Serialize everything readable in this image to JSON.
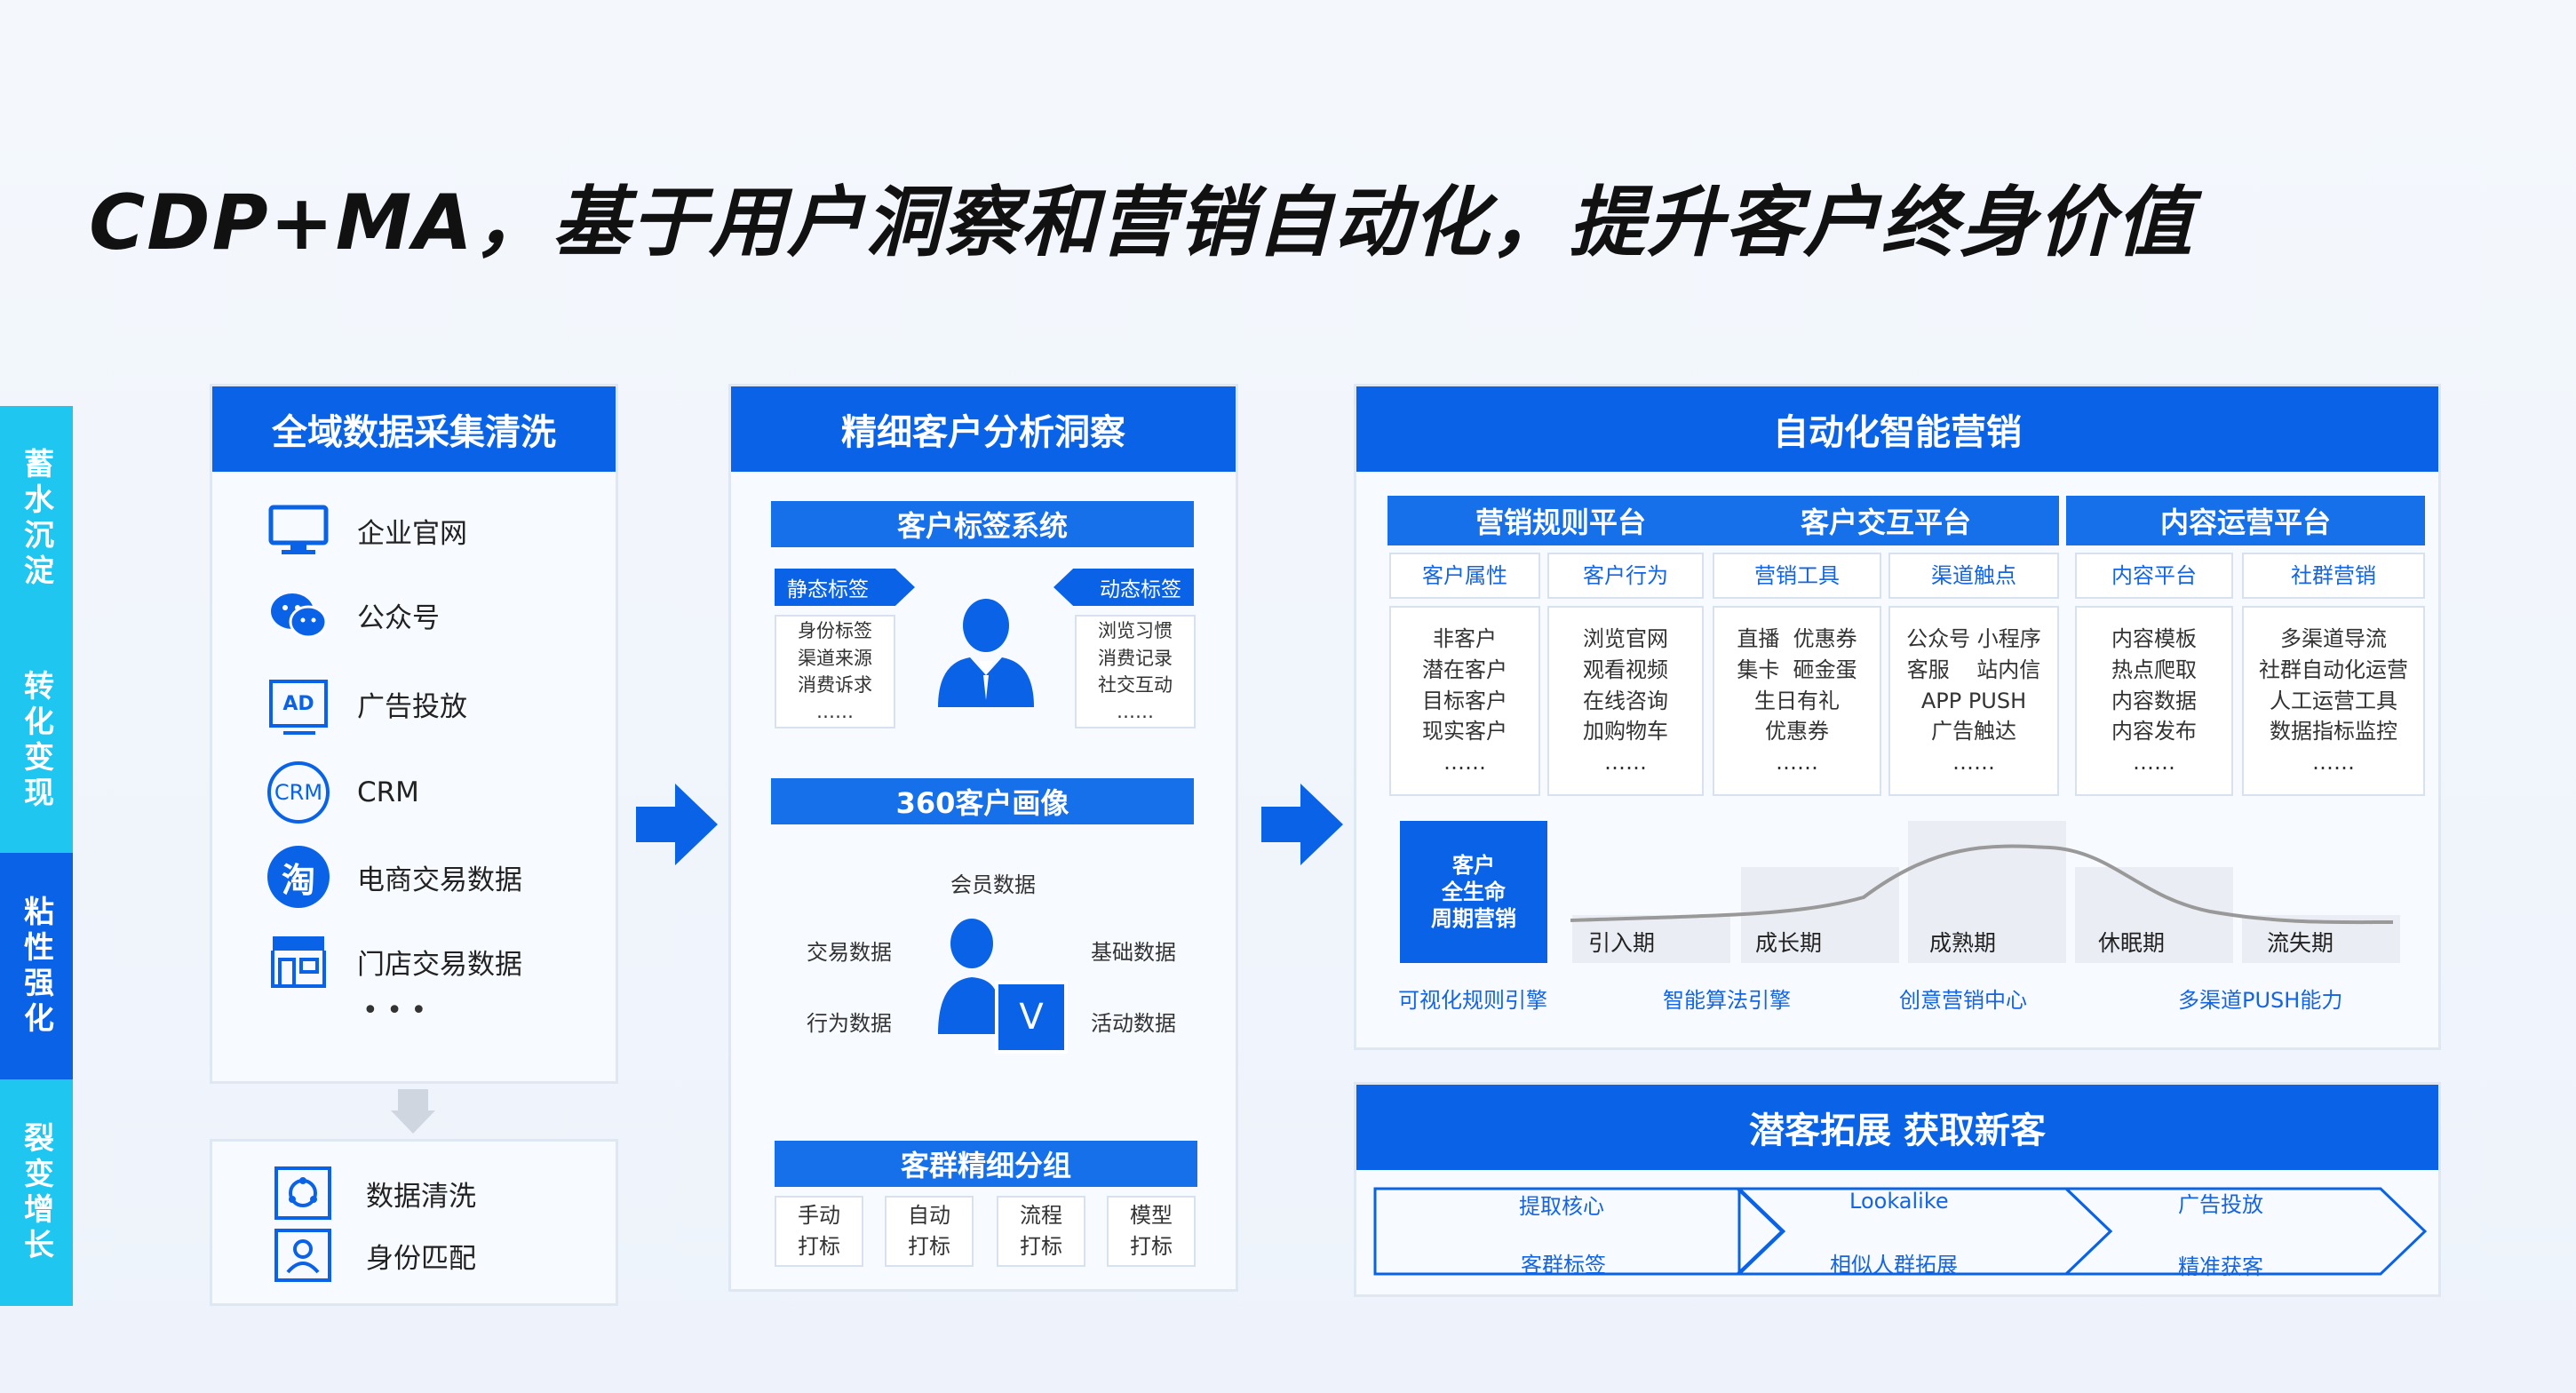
{
  "title": "CDP+MA，基于用户洞察和营销自动化，提升客户终身价值",
  "strip": [
    "蓄水沉淀",
    "转化变现",
    "粘性强化",
    "裂变增长"
  ],
  "col1": {
    "header": "全域数据采集清洗",
    "items": [
      "企业官网",
      "公众号",
      "广告投放",
      "CRM",
      "电商交易数据",
      "门店交易数据"
    ],
    "ellipsis": "• • •",
    "icon_text": {
      "ad": "AD",
      "crm": "CRM",
      "tao": "淘"
    },
    "bottom": [
      "数据清洗",
      "身份匹配"
    ]
  },
  "col2": {
    "header": "精细客户分析洞察",
    "tag_system": "客户标签系统",
    "static_tag": "静态标签",
    "dynamic_tag": "动态标签",
    "static_lines": [
      "身份标签",
      "渠道来源",
      "消费诉求",
      "……"
    ],
    "dynamic_lines": [
      "浏览习惯",
      "消费记录",
      "社交互动",
      "……"
    ],
    "portrait": "360客户画像",
    "member": "会员数据",
    "trade": "交易数据",
    "basic": "基础数据",
    "behavior": "行为数据",
    "activity": "活动数据",
    "v": "V",
    "segment": "客群精细分组",
    "seg_cells": [
      [
        "手动",
        "打标"
      ],
      [
        "自动",
        "打标"
      ],
      [
        "流程",
        "打标"
      ],
      [
        "模型",
        "打标"
      ]
    ]
  },
  "col3": {
    "header": "自动化智能营销",
    "platforms": [
      "营销规则平台",
      "客户交互平台",
      "内容运营平台"
    ],
    "subs": [
      "客户属性",
      "客户行为",
      "营销工具",
      "渠道触点",
      "内容平台",
      "社群营销"
    ],
    "details": [
      [
        "非客户",
        "潜在客户",
        "目标客户",
        "现实客户",
        "……"
      ],
      [
        "浏览官网",
        "观看视频",
        "在线咨询",
        "加购物车",
        "……"
      ],
      [
        "直播  优惠券",
        "集卡  砸金蛋",
        "生日有礼",
        "优惠券",
        "……"
      ],
      [
        "公众号 小程序",
        "客服    站内信",
        "APP PUSH",
        "广告触达",
        "……"
      ],
      [
        "内容模板",
        "热点爬取",
        "内容数据",
        "内容发布",
        "……"
      ],
      [
        "多渠道导流",
        "社群自动化运营",
        "人工运营工具",
        "数据指标监控",
        "……"
      ]
    ],
    "lifecycle_box": [
      "客户",
      "全生命",
      "周期营销"
    ],
    "stages": [
      "引入期",
      "成长期",
      "成熟期",
      "休眠期",
      "流失期"
    ],
    "engines": [
      "可视化规则引擎",
      "智能算法引擎",
      "创意营销中心",
      "多渠道PUSH能力"
    ]
  },
  "col4": {
    "header": "潜客拓展 获取新客",
    "chevrons": [
      [
        "提取核心",
        "客群标签"
      ],
      [
        "Lookalike",
        "相似人群拓展"
      ],
      [
        "广告投放",
        "精准获客"
      ]
    ]
  },
  "colors": {
    "primary": "#0a63e6",
    "cyan": "#1fc6f0",
    "label_blue": "#1565e0"
  }
}
